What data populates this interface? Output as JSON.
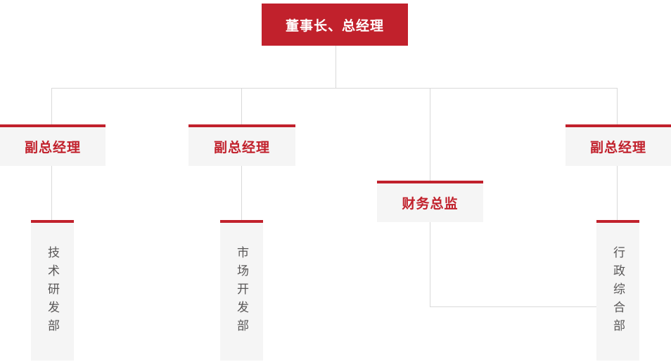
{
  "chart": {
    "type": "org-chart",
    "root": {
      "label": "董事长、总经理"
    },
    "level2": [
      {
        "label": "副总经理"
      },
      {
        "label": "副总经理"
      },
      {
        "label": "财务总监"
      },
      {
        "label": "副总经理"
      }
    ],
    "departments": [
      {
        "label": "技术研发部"
      },
      {
        "label": "市场开发部"
      },
      {
        "label": "行政综合部"
      }
    ],
    "colors": {
      "accent_red": "#c1212c",
      "node_background": "#f5f5f5",
      "connector_line": "#d9d9d9",
      "department_text": "#595757",
      "root_text": "#ffffff"
    }
  }
}
